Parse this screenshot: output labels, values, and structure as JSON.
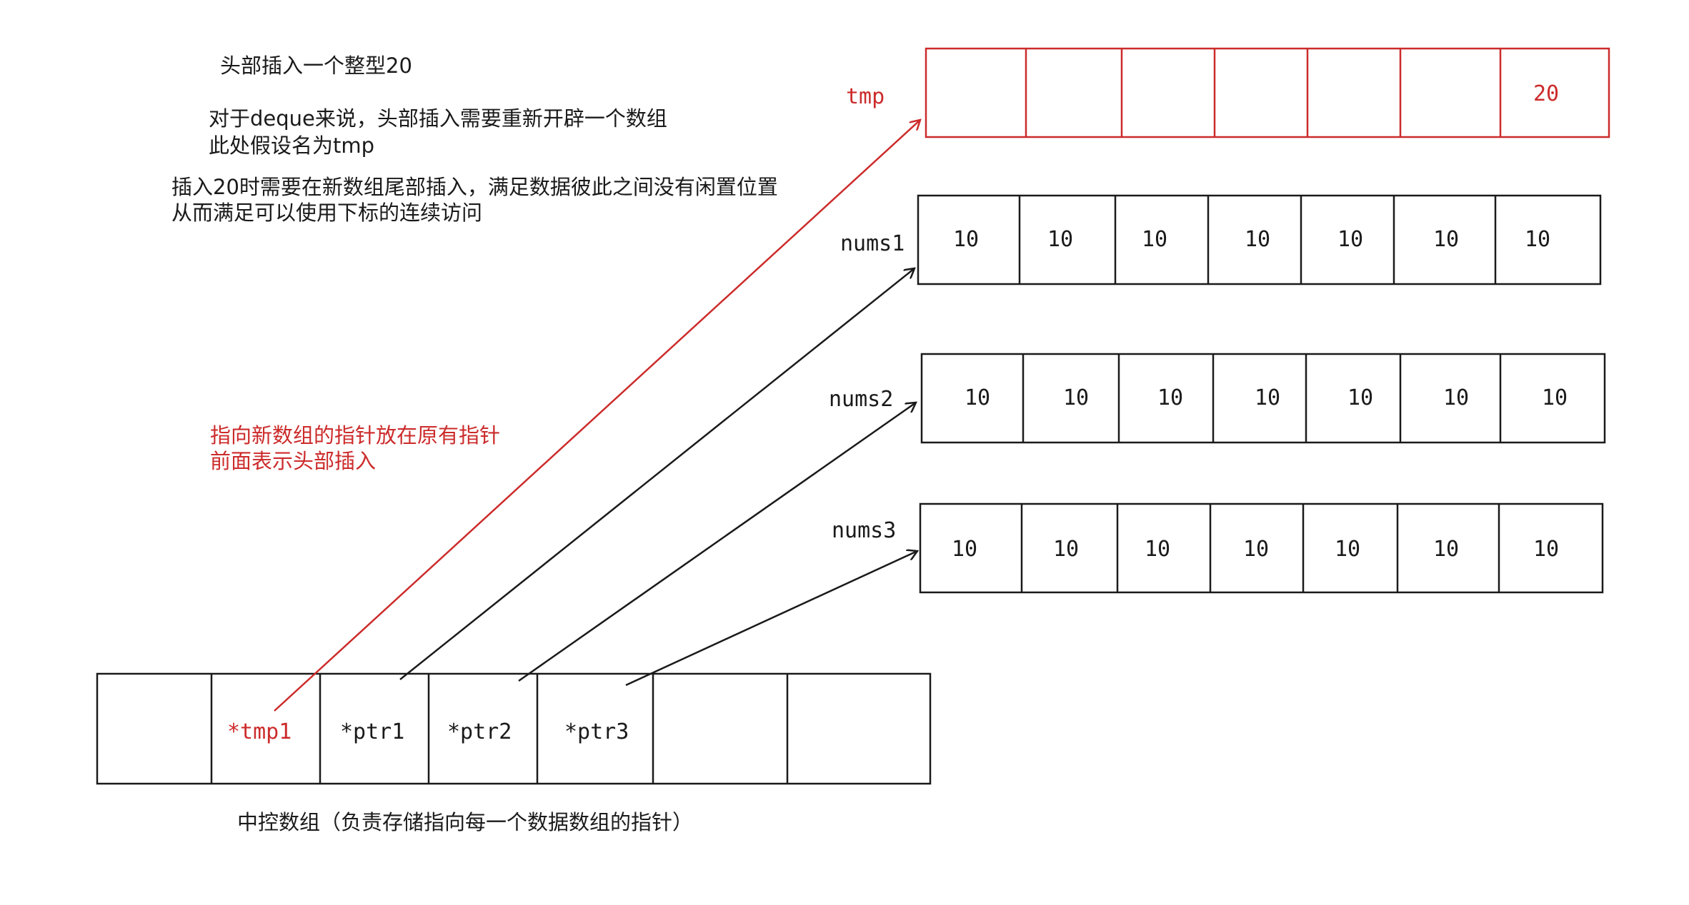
{
  "colors": {
    "ink": "#1a1a1a",
    "accent": "#cc2b2b"
  },
  "notes": {
    "title": "头部插入一个整型20",
    "para1_line1": "对于deque来说，头部插入需要重新开辟一个数组",
    "para1_line2": "此处假设名为tmp",
    "para2_line1": "插入20时需要在新数组尾部插入，满足数据彼此之间没有闲置位置",
    "para2_line2": "从而满足可以使用下标的连续访问",
    "red_line1": "指向新数组的指针放在原有指针",
    "red_line2": "前面表示头部插入"
  },
  "arrays": {
    "tmp": {
      "name": "tmp",
      "cells": [
        "",
        "",
        "",
        "",
        "",
        "",
        "20"
      ]
    },
    "nums1": {
      "name": "nums1",
      "cells": [
        "10",
        "10",
        "10",
        "10",
        "10",
        "10",
        "10"
      ]
    },
    "nums2": {
      "name": "nums2",
      "cells": [
        "10",
        "10",
        "10",
        "10",
        "10",
        "10",
        "10"
      ]
    },
    "nums3": {
      "name": "nums3",
      "cells": [
        "10",
        "10",
        "10",
        "10",
        "10",
        "10",
        "10"
      ]
    }
  },
  "control": {
    "cells": [
      "",
      "*tmp1",
      "*ptr1",
      "*ptr2",
      "*ptr3",
      "",
      ""
    ],
    "caption": "中控数组（负责存储指向每一个数据数组的指针）"
  }
}
